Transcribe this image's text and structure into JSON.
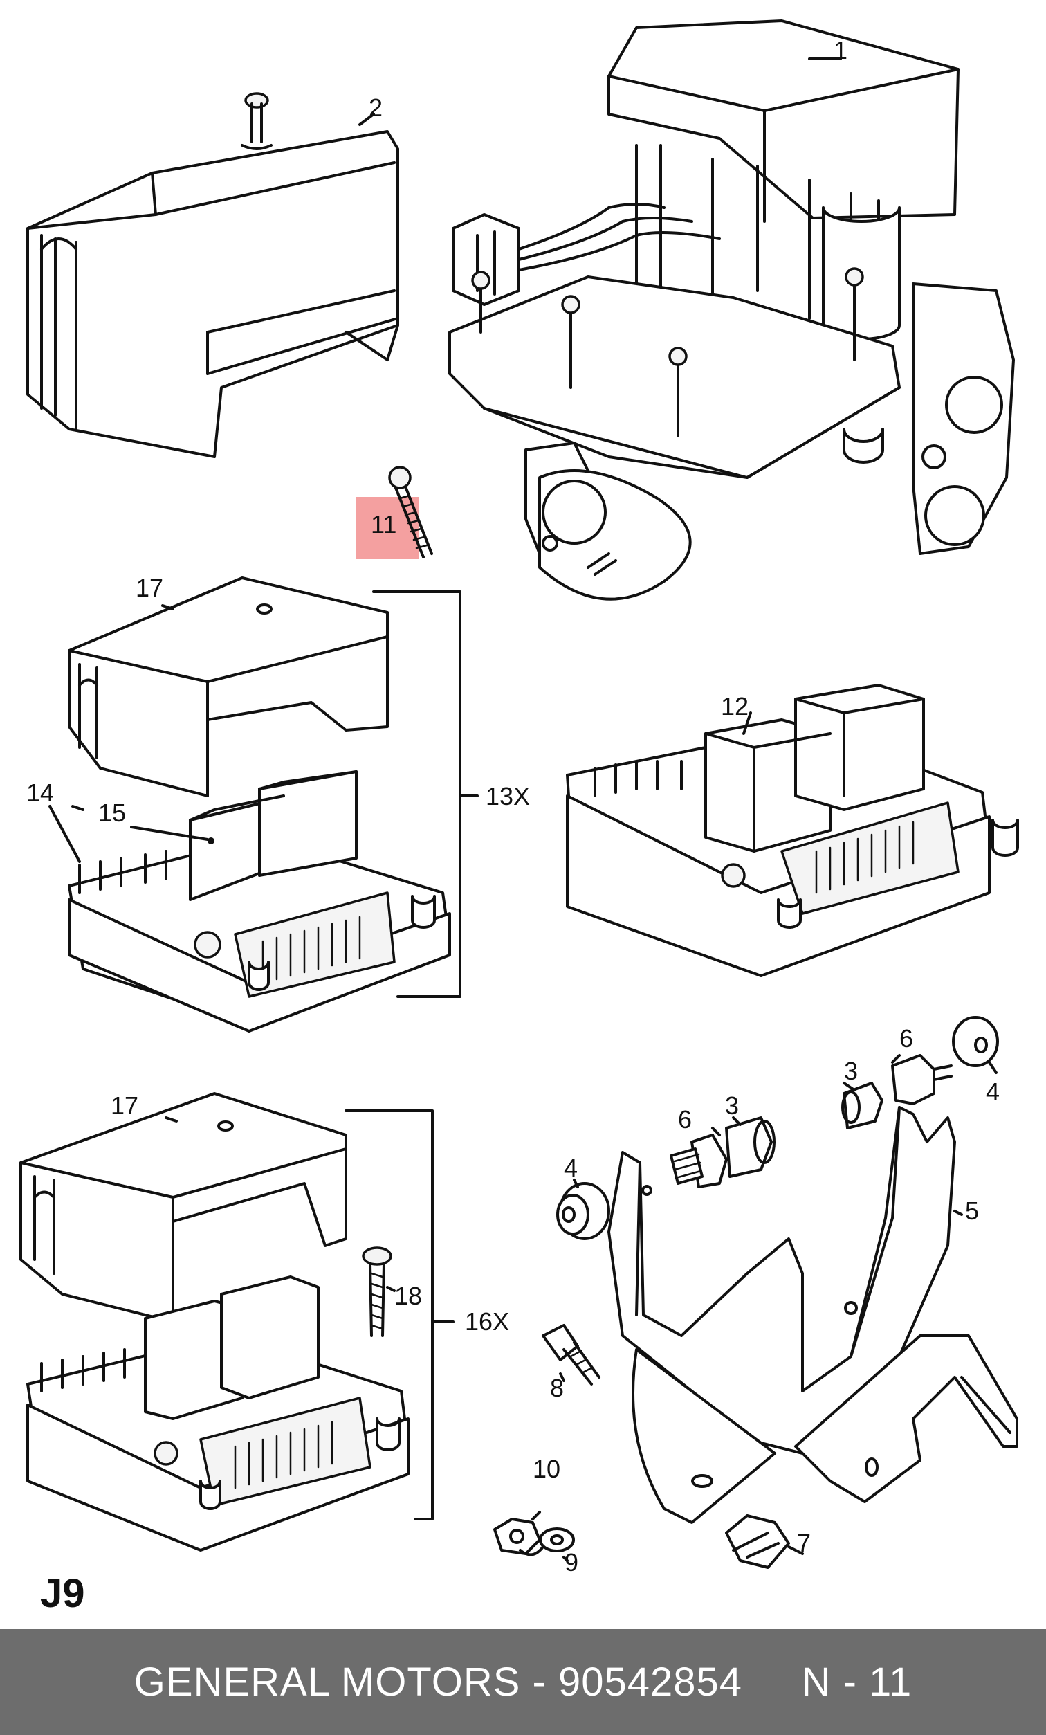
{
  "callouts": {
    "c1": "1",
    "c2": "2",
    "c3a": "3",
    "c3b": "3",
    "c4a": "4",
    "c4b": "4",
    "c5": "5",
    "c6a": "6",
    "c6b": "6",
    "c7": "7",
    "c8": "8",
    "c9": "9",
    "c10": "10",
    "c11": "11",
    "c12": "12",
    "c13x": "13X",
    "c14": "14",
    "c15": "15",
    "c16x": "16X",
    "c17a": "17",
    "c17b": "17",
    "c18": "18"
  },
  "highlight": {
    "part": "11",
    "color": "#f4a0a0"
  },
  "page_code": "J9",
  "footer": {
    "text": "GENERAL MOTORS - 90542854     N - 11",
    "background": "#6d6d6d",
    "text_color": "#ffffff"
  }
}
